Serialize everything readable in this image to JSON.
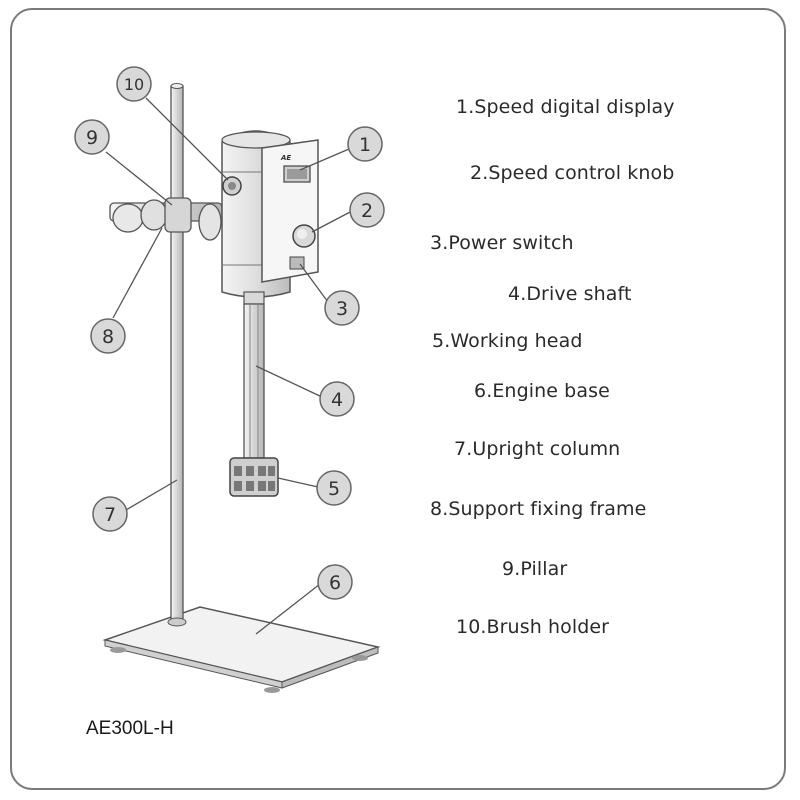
{
  "callouts": [
    "1",
    "2",
    "3",
    "4",
    "5",
    "6",
    "7",
    "8",
    "9",
    "10"
  ],
  "legend": [
    "1.Speed digital display",
    "2.Speed control knob",
    "3.Power switch",
    "4.Drive shaft",
    "5.Working head",
    "6.Engine base",
    "7.Upright column",
    "8.Support fixing frame",
    "9.Pillar",
    "10.Brush holder"
  ],
  "model": "AE300L-H",
  "device_label": "AE",
  "colors": {
    "frame": "#7a7a7a",
    "callout_fill": "#d9d9d9",
    "callout_stroke": "#666666",
    "line": "#555555"
  }
}
